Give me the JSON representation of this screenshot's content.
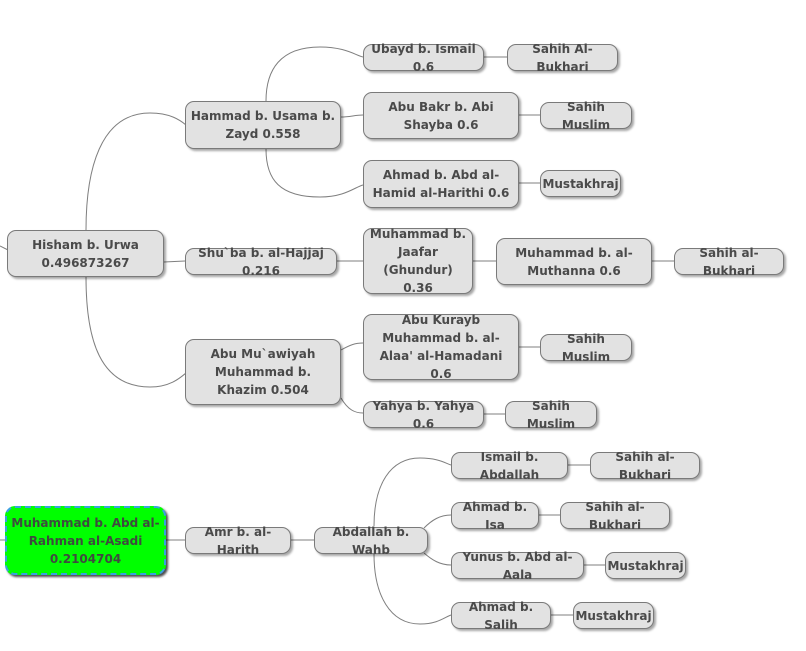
{
  "colors": {
    "node_fill": "#e2e2e2",
    "node_border": "#7a7a7a",
    "node_text": "#4a4a4a",
    "highlight_fill": "#00ff00",
    "highlight_border": "#3aa0e0",
    "connector": "#7f7f7f"
  },
  "tree1": {
    "root": "Hisham b. Urwa 0.496873267",
    "hammad": "Hammad b. Usama b. Zayd 0.558",
    "ubayd": "Ubayd b. Ismail 0.6",
    "ubayd_source": "Sahih Al-Bukhari",
    "abubakr": "Abu Bakr b. Abi Shayba 0.6",
    "abubakr_source": "Sahih Muslim",
    "ahmad_hamid": "Ahmad b. Abd al-Hamid al-Harithi 0.6",
    "ahmad_hamid_source": "Mustakhraj",
    "shuba": "Shu`ba b. al-Hajjaj 0.216",
    "ghundur": "Muhammad b. Jaafar (Ghundur) 0.36",
    "muthanna": "Muhammad b. al-Muthanna 0.6",
    "muthanna_source": "Sahih al-Bukhari",
    "abumuawiyah": "Abu Mu`awiyah Muhammad b. Khazim 0.504",
    "abukurayb": "Abu Kurayb Muhammad b. al-Alaa' al-Hamadani 0.6",
    "abukurayb_source": "Sahih Muslim",
    "yahya": "Yahya b. Yahya 0.6",
    "yahya_source": "Sahih Muslim"
  },
  "tree2": {
    "root": "Muhammad b. Abd al-Rahman al-Asadi 0.2104704",
    "amr": "Amr b. al-Harith",
    "wahb": "Abdallah b. Wahb",
    "ismail": "Ismail b. Abdallah",
    "ismail_source": "Sahih al-Bukhari",
    "ahmad_isa": "Ahmad b. Isa",
    "ahmad_isa_source": "Sahih al-Bukhari",
    "yunus": "Yunus b. Abd al-Aala",
    "yunus_source": "Mustakhraj",
    "ahmad_salih": "Ahmad b. Salih",
    "ahmad_salih_source": "Mustakhraj"
  }
}
